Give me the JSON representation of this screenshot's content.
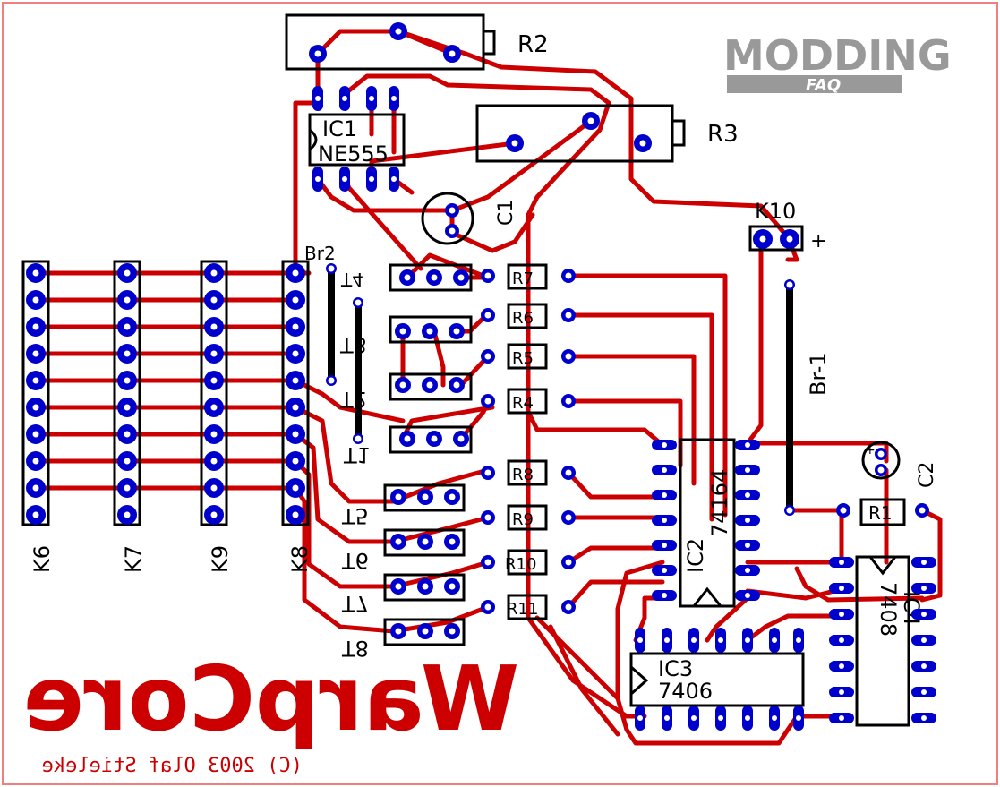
{
  "components": {
    "R2": "R2",
    "R3": "R3",
    "IC1_ref": "IC1",
    "IC1_part": "NE555",
    "C1": "C1",
    "K10": "K10",
    "K10_polarity": "+",
    "Br2": "Br2",
    "Br1": "Br-1",
    "R7": "R7",
    "R6": "R6",
    "R5": "R5",
    "R4": "R4",
    "R8": "R8",
    "R9": "R9",
    "R10": "R10",
    "R11": "R11",
    "T4": "T4",
    "T3": "T3",
    "T2": "T2",
    "T1": "T1",
    "T5": "T5",
    "T6": "T6",
    "T7": "T7",
    "T8": "T8",
    "K6": "K6",
    "K7": "K7",
    "K9": "K9",
    "K8": "K8",
    "IC2_ref": "IC2",
    "IC2_part": "74164",
    "IC3_ref": "IC3",
    "IC3_part": "7406",
    "IC4_ref": "IC4",
    "IC4_part": "7408",
    "R1": "R1",
    "C2": "C2",
    "C2_polarity": "+"
  },
  "logo": {
    "line1": "MODDING",
    "line2": "FAQ"
  },
  "title": "WarpCore",
  "copyright": "(C) 2003 Olaf Stieleke",
  "colors": {
    "trace": "#cc0000",
    "pad": "#0000cc",
    "silkscreen": "#000000",
    "board_border": "#f08080",
    "logo": "#999999"
  }
}
